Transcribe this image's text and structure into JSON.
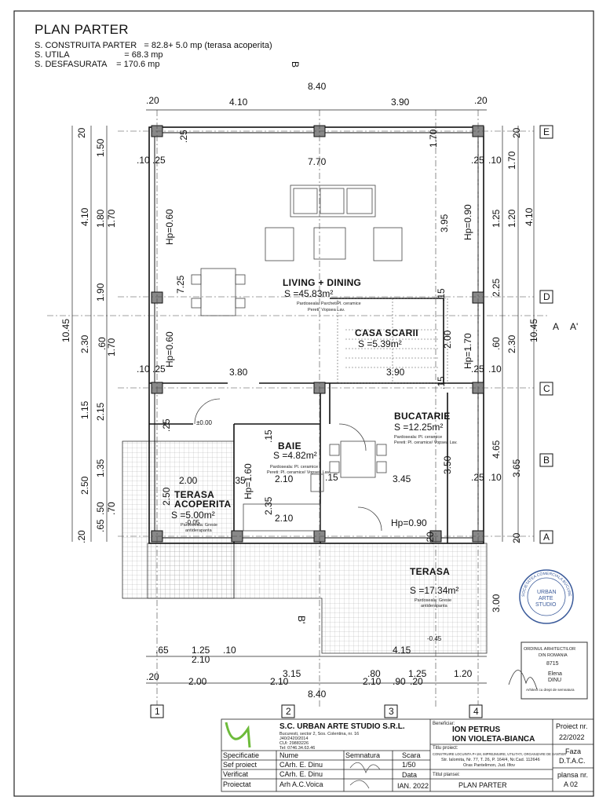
{
  "header": {
    "title": "PLAN PARTER",
    "line1": "S. CONSTRUITA PARTER   = 82.8+ 5.0 mp (terasa acoperita)",
    "line2": "S. UTILA                       = 68.3 mp",
    "line3": "S. DESFASURATA    = 170.6 mp"
  },
  "dims": {
    "top_total": "8.40",
    "top_a": ".20",
    "top_b": "4.10",
    "top_c": "3.90",
    "top_d": ".20",
    "inner_top": "7.70",
    "inner_top_l": ".10",
    "inner_top_l2": ".25",
    "inner_top_r": ".25",
    "inner_top_r2": ".10",
    "mid_l": "3.80",
    "mid_r": "3.90",
    "bot_l": "2.00",
    "bot_m": "2.10",
    "bot_r": "3.45",
    "bot_row1": ".65",
    "bot_row1b": "1.25",
    "bot_row1c": ".10",
    "bot_row1d": "2.10",
    "bot_row1e": "4.15",
    "bot_row2a": ".20",
    "bot_row2b": "2.00",
    "bot_row2c": "3.15",
    "bot_row2d": "2.10",
    "bot_row2e": ".80",
    "bot_row2f": "1.25",
    "bot_row2g": "2.10",
    "bot_row2h": ".90",
    "bot_row2i": ".20",
    "bot_row2j": "1.20",
    "bot_total": "8.40",
    "left_total": "10.45",
    "left_a": "4.10",
    "left_b": "1.50",
    "left_c": "1.80",
    "left_d": "1.70",
    "left_e": "1.90",
    "left_f": "2.30",
    "left_g": "1.70",
    "left_h": ".60",
    "left_i": "1.15",
    "left_j": "2.15",
    "left_k": "2.50",
    "left_l": "1.35",
    "left_m": ".65",
    "left_n": ".50",
    "left_o": ".70",
    "left_p": ".20",
    "left_q": "20",
    "left_r": "7.25",
    "right_total": "10.45",
    "right_a": "4.10",
    "right_b": "1.70",
    "right_c": "1.25",
    "right_d": "1.20",
    "right_e": "2.25",
    "right_f": "2.30",
    "right_g": ".60",
    "right_h": "4.65",
    "right_i": "3.65",
    "right_j": "3.00",
    "right_k": "20",
    "right_l": "20",
    "right_m": ".20",
    "right_n": "3.95",
    "right_o": "1.70",
    "right_p": "3.50",
    "right_q": ".15",
    "right_r": ".15",
    "right_s": "2.00",
    "misc_15a": ".15",
    "misc_15b": ".15",
    "misc_35": ".35",
    "misc_25": ".25",
    "misc_25b": ".25",
    "misc_25c": ".25",
    "misc_10a": ".10",
    "misc_10b": ".10",
    "misc_10c": ".10",
    "hp_060a": "Hp=0.60",
    "hp_060b": "Hp=0.60",
    "hp_090a": "Hp=0.90",
    "hp_170": "Hp=1.70",
    "hp_160": "Hp=1.60",
    "hp_090b": "Hp=0.90",
    "bath_235": "2.35",
    "terrace_250": "2.50",
    "bath_210": "2.10",
    "lvl_000": "±0.00",
    "lvl_005": "-0.05",
    "lvl_045": "-0.45"
  },
  "rooms": [
    {
      "name": "LIVING + DINING",
      "area": "S =45.83m²",
      "note1": "Pardoseala: Parchet/Pl. ceramice",
      "note2": "Pereti: Vopsea Lav."
    },
    {
      "name": "CASA SCARII",
      "area": "S =5.39m²"
    },
    {
      "name": "BUCATARIE",
      "area": "S =12.25m²",
      "note1": "Pardoseala: Pl. ceramice",
      "note2": "Pereti: Pl. ceramice/ Vopsea Lav."
    },
    {
      "name": "BAIE",
      "area": "S =4.82m²",
      "note1": "Pardoseala: Pl. ceramice",
      "note2": "Pereti: Pl. ceramice/ Vopsea Lav."
    },
    {
      "name": "TERASA",
      "name2": "ACOPERITA",
      "area": "S =5.00m²",
      "note1": "Pardoseala: Gresie",
      "note2": "antiderapanta"
    },
    {
      "name": "TERASA",
      "area": "S =17.34m²",
      "note1": "Pardoseala: Gresie",
      "note2": "antiderapanta"
    }
  ],
  "axes": {
    "rows": [
      "E",
      "D",
      "C",
      "B",
      "A"
    ],
    "cols": [
      "1",
      "2",
      "3",
      "4"
    ],
    "section_a": "A",
    "section_a2": "A'",
    "section_b": "B",
    "section_b2": "B'"
  },
  "stamps": {
    "round_1": "URBAN",
    "round_2": "ARTE",
    "round_3": "STUDIO",
    "round_outer": "SOCIETATEA COMERCIALA BUCURESTI ROMANIA",
    "rect_1": "ORDINUL ARHITECTILOR",
    "rect_2": "DIN ROMANIA",
    "rect_3": "8715",
    "rect_4": "Elena",
    "rect_5": "DINU",
    "rect_6": "Arhitect cu drept de semnatura"
  },
  "title_block": {
    "company": "S.C. URBAN ARTE STUDIO S.R.L.",
    "addr1": "Bucuresti, sector 2, Sos. Colentina, nr. 16",
    "addr2": "J40/2420/2014",
    "addr3": "CUI: 29883226",
    "addr4": "Tel: 0746.34.63.46",
    "beneficiar_label": "Beneficiar:",
    "beneficiar_1": "ION PETRUS",
    "beneficiar_2": "ION VIOLETA-BIANCA",
    "titlu_label": "Titlu proiect:",
    "titlu_1": "CONSTRUIRE LOCUINTA P+1M, IMPREJMUIRE, UTILITATI, ORGANIZARE DE SANTIER",
    "titlu_2": "Str. Ialomita, Nr. 77, T. 26, P. 164/4, Nr.Cad. 112646",
    "titlu_3": "Oras Pantelimon, Jud. Ilfov",
    "proiect_label": "Proiect nr.",
    "proiect_val": "22/2022",
    "faza_label": "Faza",
    "faza_val": "D.T.A.C.",
    "planse_label": "plansa nr.",
    "planse_val": "A 02",
    "specificatie": "Specificatie",
    "nume": "Nume",
    "semnatura": "Semnatura",
    "scara_label": "Scara",
    "scara_val": "1/50",
    "data_label": "Data",
    "data_val": "IAN. 2022",
    "titlul_plansei_label": "Titlul plansei:",
    "titlul_plansei_val": "PLAN PARTER",
    "r1_spec": "Sef proiect",
    "r1_name": "CArh. E. Dinu",
    "r2_spec": "Verificat",
    "r2_name": "CArh. E. Dinu",
    "r3_spec": "Proiectat",
    "r3_name": "Arh A.C.Voica"
  }
}
